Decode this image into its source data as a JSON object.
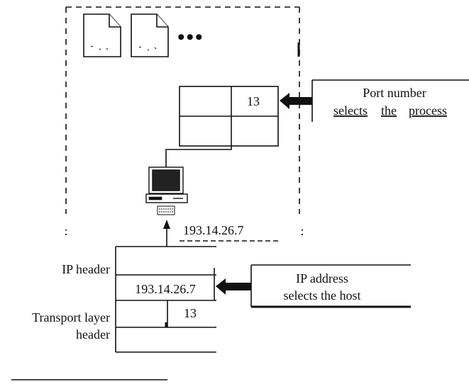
{
  "host_box": {
    "ellipsis": "•••",
    "colon_left": ":",
    "colon_right": ":"
  },
  "process_table": {
    "port_value": "13"
  },
  "port_label": {
    "line1": "Port number",
    "line2_word1": "selects",
    "line2_word2": "the",
    "line2_word3": "process"
  },
  "ip_link": {
    "address": "193.14.26.7"
  },
  "packet": {
    "ip_header_label": "IP header",
    "ip_address_value": "193.14.26.7",
    "transport_label_line1": "Transport layer",
    "transport_label_line2": "header",
    "transport_port_value": "13"
  },
  "ip_label": {
    "line1": "IP address",
    "line2": "selects the host"
  },
  "colors": {
    "ink": "#111111",
    "background": "#ffffff",
    "monitor_screen": "#222222"
  },
  "icons": [
    "document-icon",
    "computer-icon",
    "keyboard-icon"
  ]
}
